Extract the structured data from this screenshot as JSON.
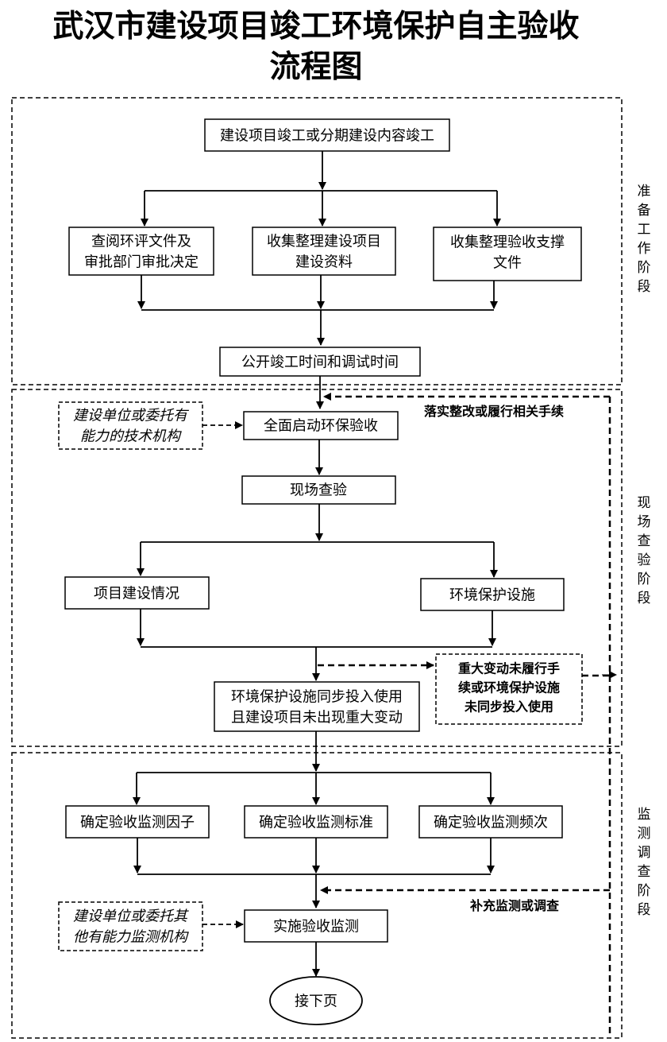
{
  "title": {
    "line1": "武汉市建设项目竣工环境保护自主验收",
    "line2": "流程图"
  },
  "stages": [
    {
      "id": "prep",
      "chars": [
        "准",
        "备",
        "工",
        "作",
        "阶",
        "段"
      ]
    },
    {
      "id": "inspect",
      "chars": [
        "现",
        "场",
        "查",
        "验",
        "阶",
        "段"
      ]
    },
    {
      "id": "monitor",
      "chars": [
        "监",
        "测",
        "调",
        "查",
        "阶",
        "段"
      ]
    }
  ],
  "nodes": {
    "completion": [
      "建设项目竣工或分期建设内容竣工"
    ],
    "review_eia": [
      "查阅环评文件及",
      "审批部门审批决定"
    ],
    "collect_project": [
      "收集整理建设项目",
      "建设资料"
    ],
    "collect_support": [
      "收集整理验收支撑",
      "文件"
    ],
    "publish_time": [
      "公开竣工时间和调试时间"
    ],
    "start_acceptance": [
      "全面启动环保验收"
    ],
    "builder_tech": [
      "建设单位或委托有",
      "能力的技术机构"
    ],
    "site_inspection": [
      "现场查验"
    ],
    "project_status": [
      "项目建设情况"
    ],
    "env_facilities": [
      "环境保护设施"
    ],
    "sync_no_change": [
      "环境保护设施同步投入使用",
      "且建设项目未出现重大变动"
    ],
    "major_change": [
      "重大变动未履行手",
      "续或环境保护设施",
      "未同步投入使用"
    ],
    "factors": [
      "确定验收监测因子"
    ],
    "standards": [
      "确定验收监测标准"
    ],
    "frequency": [
      "确定验收监测频次"
    ],
    "builder_monitor": [
      "建设单位或委托其",
      "他有能力监测机构"
    ],
    "implement": [
      "实施验收监测"
    ],
    "next_page": [
      "接下页"
    ]
  },
  "labels": {
    "rectify": "落实整改或履行相关手续",
    "supplement": "补充监测或调查"
  }
}
